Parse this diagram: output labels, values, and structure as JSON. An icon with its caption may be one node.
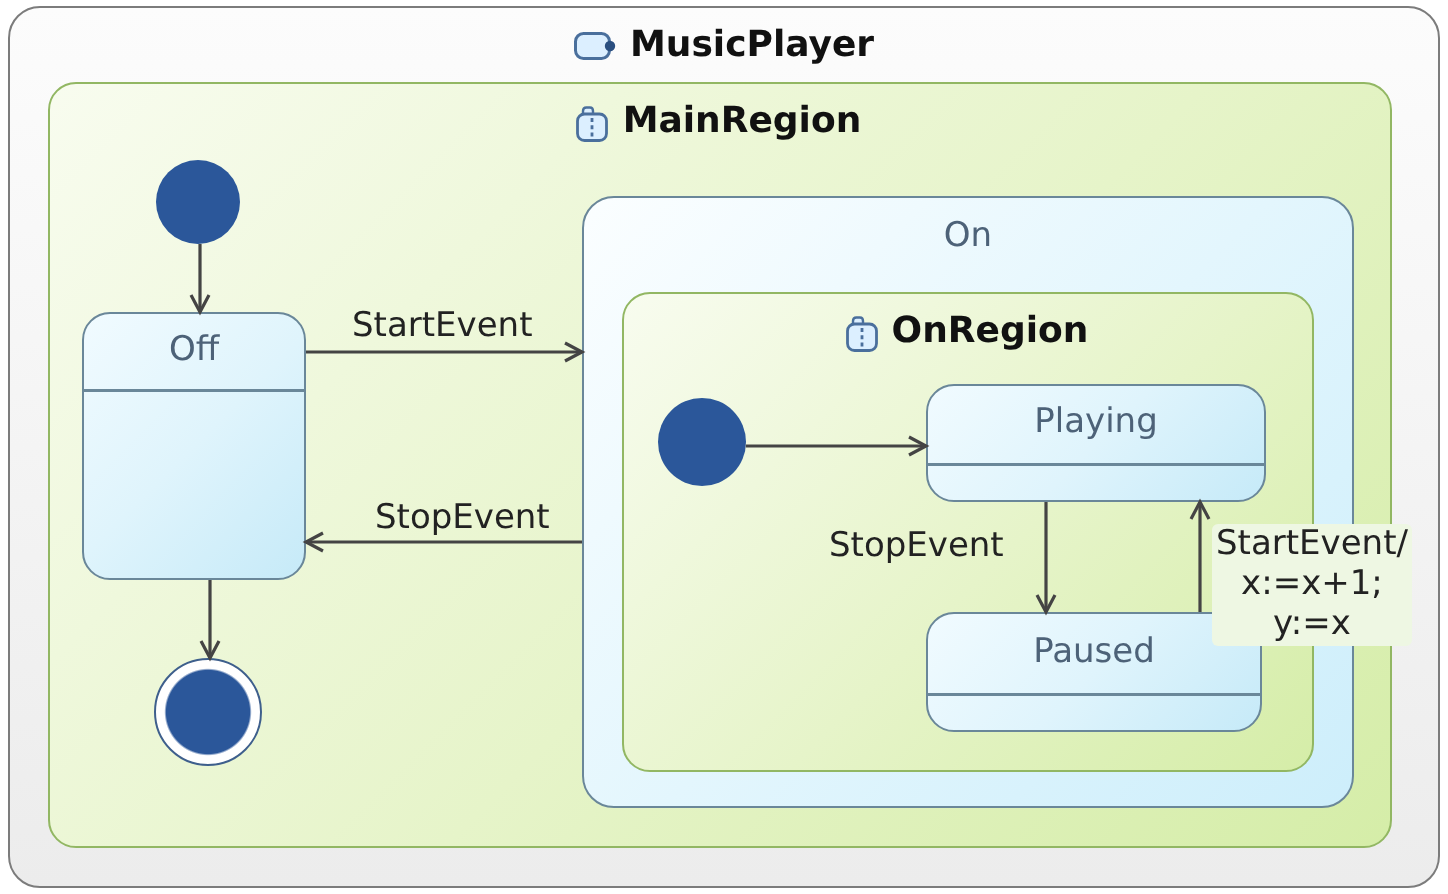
{
  "diagram": {
    "nodes": [
      {
        "text": [
          "MusicPlayer"
        ]
      },
      {
        "text": [
          "MainRegion"
        ],
        "in": 0
      },
      {
        "text": [],
        "shape": "circle",
        "in": 1
      },
      {
        "text": [
          "Off"
        ],
        "in": 1
      },
      {
        "text": [],
        "shape": "circle",
        "in": 1
      },
      {
        "text": [
          "On"
        ],
        "in": 1
      },
      {
        "text": [
          "OnRegion"
        ],
        "in": 5
      },
      {
        "text": [],
        "shape": "circle",
        "in": 6
      },
      {
        "text": [
          "Playing"
        ],
        "in": 6
      },
      {
        "text": [
          "Paused"
        ],
        "in": 6
      }
    ],
    "edges": [
      {
        "from": 2,
        "to": 3,
        "arrow": "to"
      },
      {
        "from": 3,
        "to": 5,
        "label": "StartEvent",
        "arrow": "to"
      },
      {
        "from": 5,
        "to": 3,
        "label": "StopEvent",
        "arrow": "to"
      },
      {
        "from": 3,
        "to": 4,
        "arrow": "to"
      },
      {
        "from": 7,
        "to": 8,
        "arrow": "to"
      },
      {
        "from": 8,
        "to": 9,
        "label": "StopEvent",
        "arrow": "to"
      },
      {
        "from": 9,
        "to": 8,
        "label": "StartEvent/ x:=x+1; y:=x",
        "arrow": "to"
      }
    ]
  }
}
